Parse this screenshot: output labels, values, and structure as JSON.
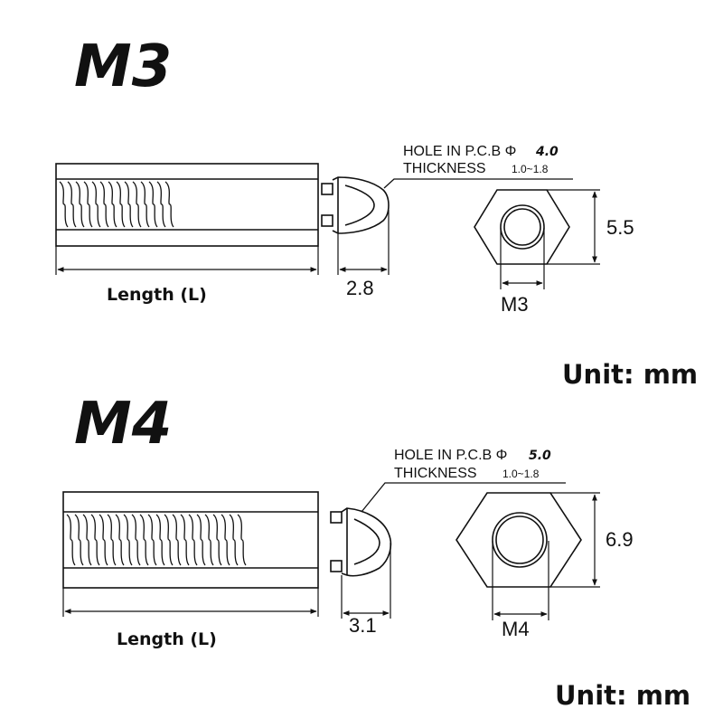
{
  "m3": {
    "heading": "M3",
    "hole_text": "HOLE IN P.C.B Φ",
    "hole_value": "4.0",
    "thickness_text": "THICKNESS",
    "thickness_value": "1.0~1.8",
    "length_label": "Length (L)",
    "tip_dim": "2.8",
    "hex_height": "5.5",
    "thread_size": "M3",
    "unit": "Unit: mm"
  },
  "m4": {
    "heading": "M4",
    "hole_text": "HOLE IN P.C.B Φ",
    "hole_value": "5.0",
    "thickness_text": "THICKNESS",
    "thickness_value": "1.0~1.8",
    "length_label": "Length (L)",
    "tip_dim": "3.1",
    "hex_height": "6.9",
    "thread_size": "M4",
    "unit": "Unit: mm"
  },
  "colors": {
    "ink": "#111111",
    "background": "#ffffff"
  }
}
